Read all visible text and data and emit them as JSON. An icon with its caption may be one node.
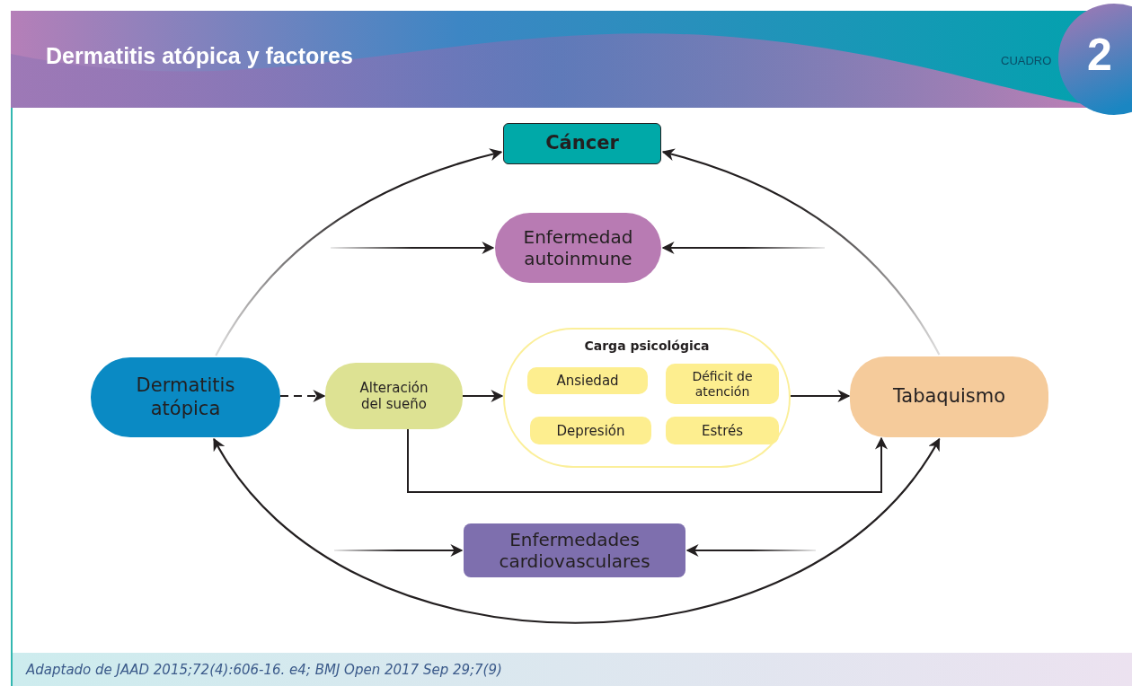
{
  "diagram": {
    "title": "Dermatitis atópica y factores",
    "caption": "Adaptado de JAAD 2015;72(4):606-16. e4; BMJ Open 2017 Sep 29;7(9)",
    "nodes": [
      {
        "text": [
          "Cáncer"
        ]
      },
      {
        "text": [
          "Enfermedad autoinmune"
        ]
      },
      {
        "text": [
          "Dermatitis atópica"
        ]
      },
      {
        "text": [
          "Alteración del sueño"
        ]
      },
      {
        "text": [
          "Carga psicológica"
        ]
      },
      {
        "text": [
          "Ansiedad"
        ],
        "in": 4
      },
      {
        "text": [
          "Déficit de atención"
        ],
        "in": 4
      },
      {
        "text": [
          "Depresión"
        ],
        "in": 4
      },
      {
        "text": [
          "Estrés"
        ],
        "in": 4
      },
      {
        "text": [
          "Tabaquismo"
        ]
      },
      {
        "text": [
          "Enfermedades cardiovasculares"
        ]
      }
    ],
    "edges": [
      {
        "from": 2,
        "to": 0,
        "arrow": "to"
      },
      {
        "from": 9,
        "to": 0,
        "arrow": "to"
      },
      {
        "from": null,
        "to": 1,
        "arrow": "to"
      },
      {
        "from": null,
        "to": 1,
        "arrow": "to"
      },
      {
        "from": 2,
        "to": 3,
        "arrow": "to",
        "style": "dashed"
      },
      {
        "from": 3,
        "to": 4,
        "arrow": "to"
      },
      {
        "from": 4,
        "to": 9,
        "arrow": "to"
      },
      {
        "from": 3,
        "to": 9,
        "arrow": "to"
      },
      {
        "from": 2,
        "to": 9,
        "arrow": "both"
      },
      {
        "from": null,
        "to": 10,
        "arrow": "to"
      },
      {
        "from": null,
        "to": 10,
        "arrow": "to"
      }
    ],
    "labels": [
      "CUADRO",
      "2"
    ]
  }
}
